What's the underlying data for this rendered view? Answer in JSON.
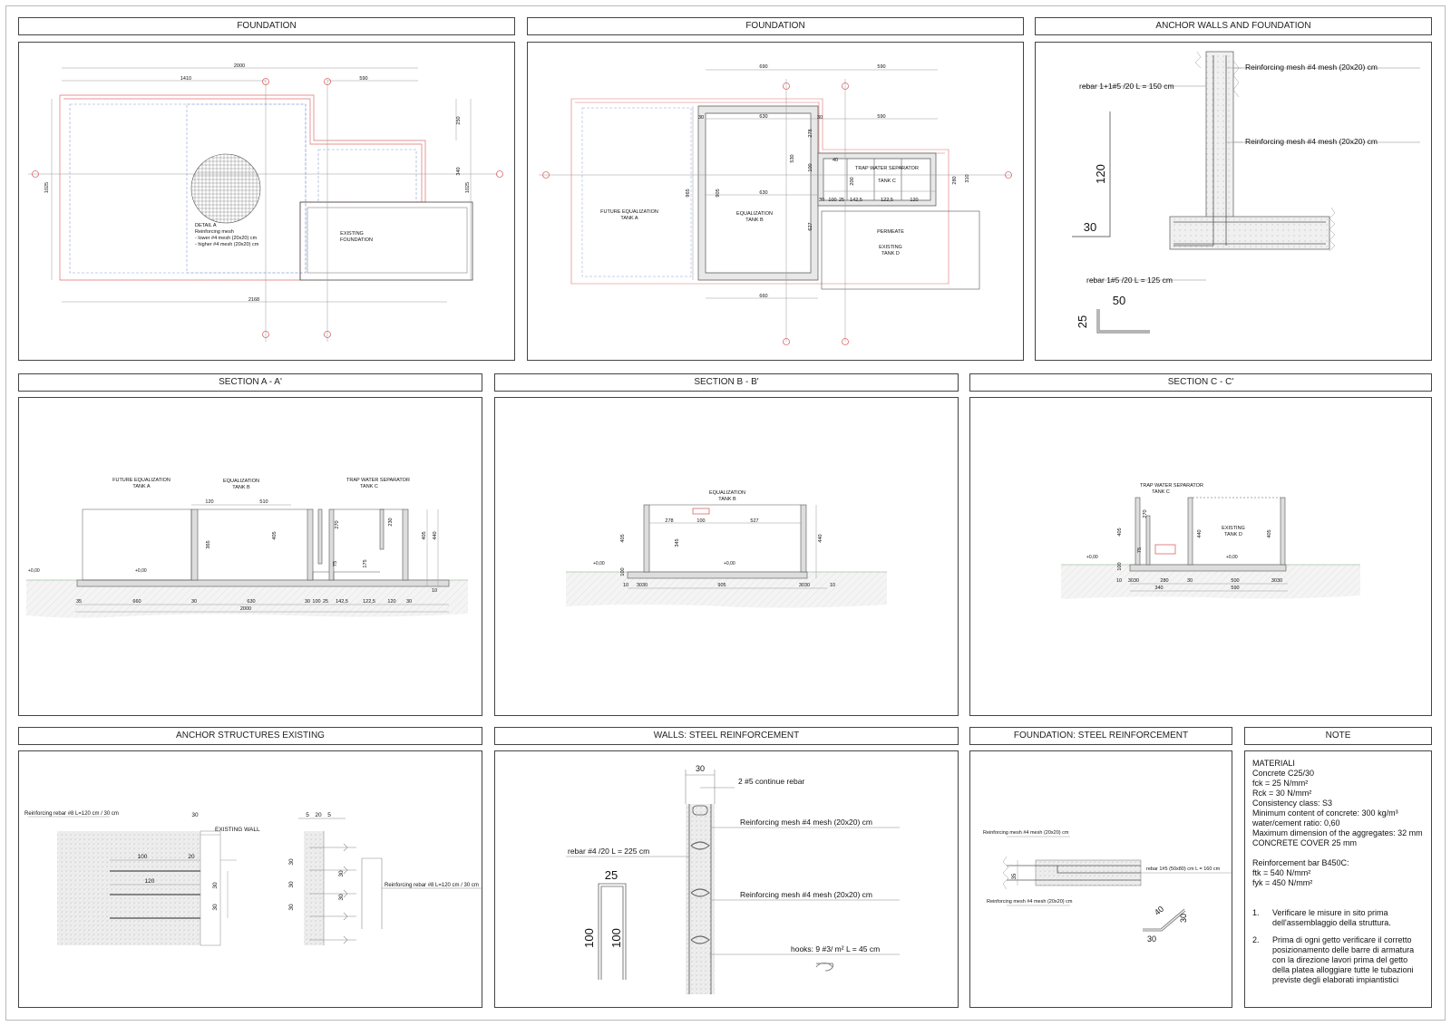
{
  "panels": {
    "foundation1": {
      "title": "FOUNDATION",
      "dims": {
        "total_top": "2000",
        "left_top": "1410",
        "right_top": "590",
        "bottom": "2168",
        "right_h": "250",
        "right_h2": "340",
        "left_v": "1025",
        "right_v": "1025"
      },
      "detail": [
        "DETAIL A",
        "Reinforcing mesh",
        "- lower #4 mesh (20x20) cm",
        "- higher #4 mesh (20x20) cm"
      ],
      "existing": [
        "EXISTING",
        "FOUNDATION"
      ]
    },
    "foundation2": {
      "title": "FOUNDATION",
      "dims": {
        "top_left": "690",
        "top_right": "590",
        "inner_630a": "630",
        "inner_590": "590",
        "inner_630b": "630",
        "left_965": "965",
        "inner_905": "905",
        "bottom_660": "660",
        "v_278": "278",
        "v_530": "530",
        "v_627": "627",
        "v_100": "100",
        "v_200": "200",
        "v_280": "280",
        "v_310": "310",
        "t30": "30",
        "t40": "40",
        "t25": "25",
        "r_1425": "142,5",
        "r_1225": "122,5",
        "r_120": "120",
        "r_100": "100"
      },
      "labels": {
        "future": [
          "FUTURE EQUALIZATION",
          "TANK A"
        ],
        "equal": [
          "EQUALIZATION",
          "TANK B"
        ],
        "trap": [
          "TRAP WATER SEPARATOR",
          "TANK C"
        ],
        "permeate": "PERMEATE",
        "existing": [
          "EXISTING",
          "TANK D"
        ]
      }
    },
    "anchor": {
      "title": "ANCHOR WALLS AND FOUNDATION",
      "mesh1": "Reinforcing mesh #4 mesh (20x20) cm",
      "mesh2": "Reinforcing mesh #4 mesh (20x20) cm",
      "rebar1": "rebar 1+1#5 /20 L = 150 cm",
      "rebar2": "rebar 1#5 /20 L = 125 cm",
      "d120": "120",
      "d30": "30",
      "d50": "50",
      "d25": "25"
    },
    "sectionA": {
      "title": "SECTION A - A'",
      "labels": {
        "future": [
          "FUTURE EQUALIZATION",
          "TANK A"
        ],
        "equal": [
          "EQUALIZATION",
          "TANK B"
        ],
        "trap": [
          "TRAP WATER SEPARATOR",
          "TANK C"
        ]
      },
      "levels": [
        "+0,00",
        "+0,00"
      ],
      "dims": {
        "d120": "120",
        "d510": "510",
        "d660": "660",
        "d630": "630",
        "d2000": "2000",
        "d405": "405",
        "d440": "440",
        "d270": "270",
        "d230": "230",
        "d365": "365",
        "d35": "35",
        "d30": "30",
        "d10": "10",
        "d100": "100",
        "d25": "25",
        "d1425": "142,5",
        "d1225": "122,5",
        "d120b": "120",
        "d75": "75",
        "d175": "175"
      }
    },
    "sectionB": {
      "title": "SECTION B - B'",
      "labels": {
        "equal": [
          "EQUALIZATION",
          "TANK B"
        ]
      },
      "levels": [
        "+0,00",
        "+0,00"
      ],
      "dims": {
        "d278": "278",
        "d100": "100",
        "d527": "527",
        "d405": "405",
        "d345": "345",
        "d440": "440",
        "d905": "905",
        "d10": "10",
        "d3030": "3030",
        "d100b": "100"
      }
    },
    "sectionC": {
      "title": "SECTION C - C'",
      "labels": {
        "trap": [
          "TRAP WATER SEPARATOR",
          "TANK C"
        ],
        "existing": [
          "EXISTING",
          "TANK D"
        ]
      },
      "levels": [
        "+0,00",
        "+0,00"
      ],
      "dims": {
        "d405": "405",
        "d270": "270",
        "d75": "75",
        "d440": "440",
        "d10": "10",
        "d3030": "3030",
        "d280": "280",
        "d30": "30",
        "d500": "500",
        "d340": "340",
        "d590": "590",
        "d100": "100",
        "d405b": "405"
      }
    },
    "anchorExisting": {
      "title": "ANCHOR STRUCTURES EXISTING",
      "rebar_left": "Reinforcing rebar #8 L=120 cm / 30 cm",
      "rebar_right": "Reinforcing rebar #8 L=120 cm / 30 cm",
      "existing_wall": "EXISTING WALL",
      "dims": {
        "d30": "30",
        "d100": "100",
        "d20": "20",
        "d120": "120",
        "d30b": "30",
        "d5": "5",
        "d20b": "20"
      }
    },
    "walls": {
      "title": "WALLS: STEEL REINFORCEMENT",
      "cont": "2 #5 continue rebar",
      "mesh1": "Reinforcing mesh #4 mesh (20x20) cm",
      "mesh2": "Reinforcing mesh #4 mesh (20x20) cm",
      "rebar": "rebar #4 /20 L = 225 cm",
      "hooks": "hooks: 9 #3/ m² L = 45 cm",
      "d30": "30",
      "d25": "25",
      "d100": "100"
    },
    "foundSteel": {
      "title": "FOUNDATION: STEEL REINFORCEMENT",
      "mesh_top": "Reinforcing mesh #4 mesh (20x20) cm",
      "mesh_bottom": "Reinforcing mesh #4 mesh (20x20) cm",
      "rebar": "rebar 1#5 (50x80) cm L = 160 cm",
      "d35": "35",
      "d40": "40",
      "d30": "30"
    },
    "note": {
      "title": "NOTE",
      "lines": [
        "MATERIALI",
        "Concrete C25/30",
        "fck = 25 N/mm²",
        "Rck = 30 N/mm²",
        "Consistency class: S3",
        "Minimum content of concrete: 300 kg/m³",
        "water/cement ratio: 0,60",
        "Maximum dimension of the aggregates: 32 mm",
        "CONCRETE COVER 25 mm"
      ],
      "lines2": [
        "Reinforcement bar B450C:",
        "ftk = 540 N/mm²",
        "fyk = 450 N/mm²"
      ],
      "items": [
        {
          "n": "1.",
          "t": "Verificare le misure in sito prima dell'assemblaggio della struttura."
        },
        {
          "n": "2.",
          "t": "Prima di ogni getto verificare il corretto posizionamento delle barre di armatura con la direzione lavori prima del getto della platea alloggiare tutte le tubazioni previste degli elaborati impiantistici"
        }
      ]
    }
  }
}
